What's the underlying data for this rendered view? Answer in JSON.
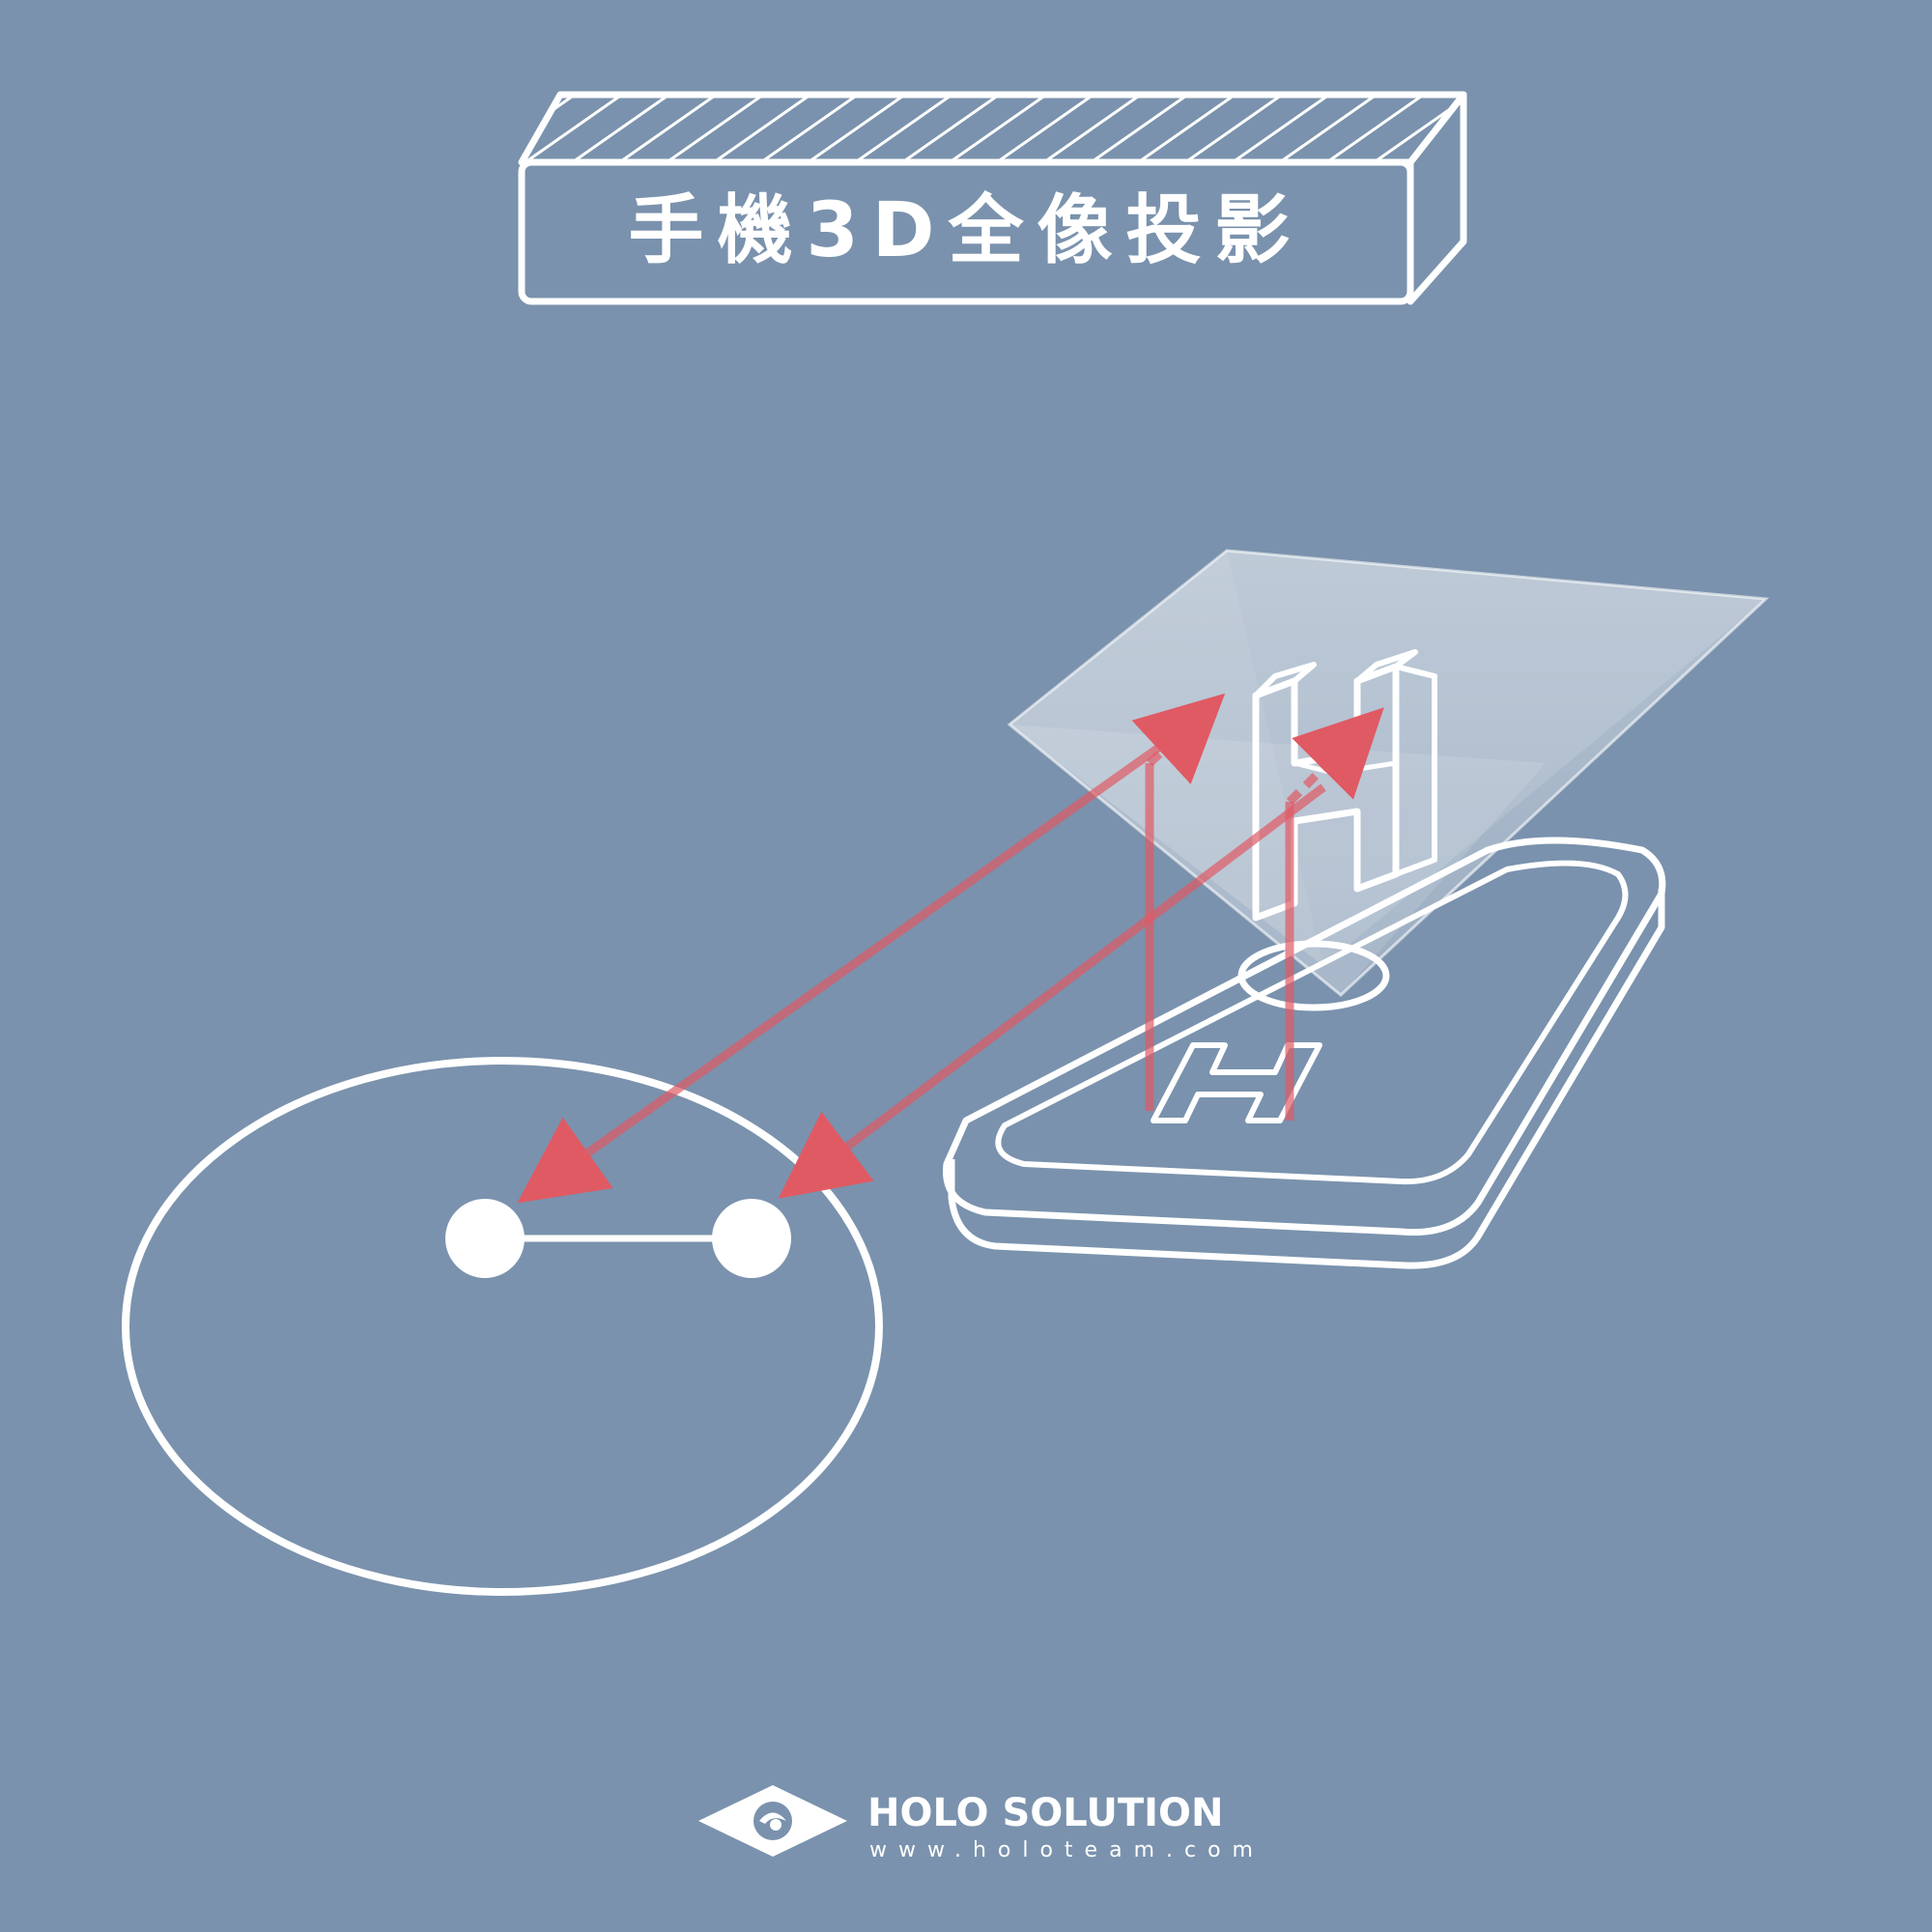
{
  "title": "手機3D全像投影",
  "brand": {
    "name": "HOLO SOLUTION",
    "url": "www.holoteam.com"
  },
  "colors": {
    "background": "#7a92ad",
    "line": "#ffffff",
    "ray": "#e05a64"
  },
  "icons": {
    "eye": "eye-icon",
    "logo": "holo-eye-logo-icon"
  }
}
